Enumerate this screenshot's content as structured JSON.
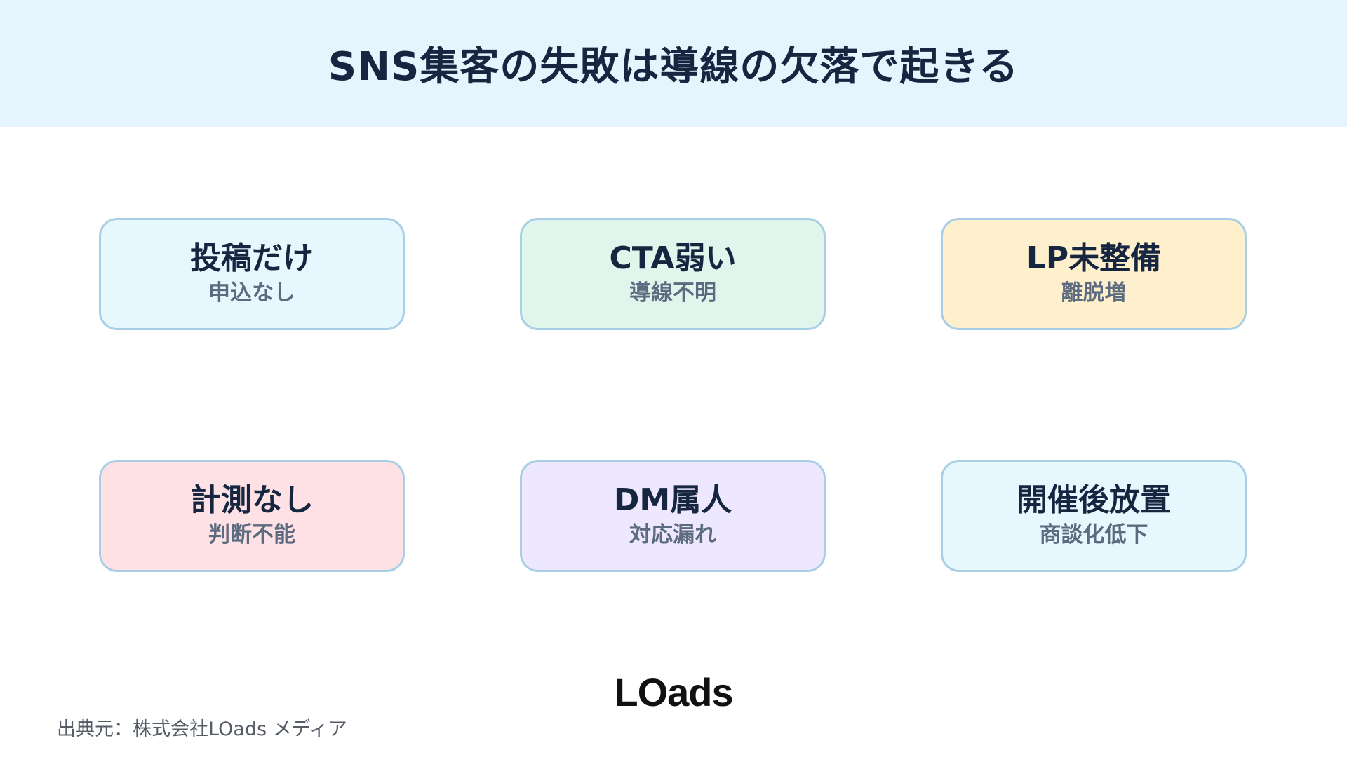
{
  "header": {
    "title": "SNS集客の失敗は導線の欠落で起きる",
    "background": "#e6f4fd"
  },
  "cards": [
    {
      "title": "投稿だけ",
      "sub": "申込なし",
      "bg": "#e6f7fd"
    },
    {
      "title": "CTA弱い",
      "sub": "導線不明",
      "bg": "#e0f5ec"
    },
    {
      "title": "LP未整備",
      "sub": "離脱増",
      "bg": "#fef0cc"
    },
    {
      "title": "計測なし",
      "sub": "判断不能",
      "bg": "#fde1e5"
    },
    {
      "title": "DM属人",
      "sub": "対応漏れ",
      "bg": "#ede8fd"
    },
    {
      "title": "開催後放置",
      "sub": "商談化低下",
      "bg": "#e6f7fd"
    }
  ],
  "card_border_color": "#a9cfe6",
  "logo": {
    "text": "LOads"
  },
  "footer": {
    "source": "出典元：株式会社LOads メディア"
  }
}
